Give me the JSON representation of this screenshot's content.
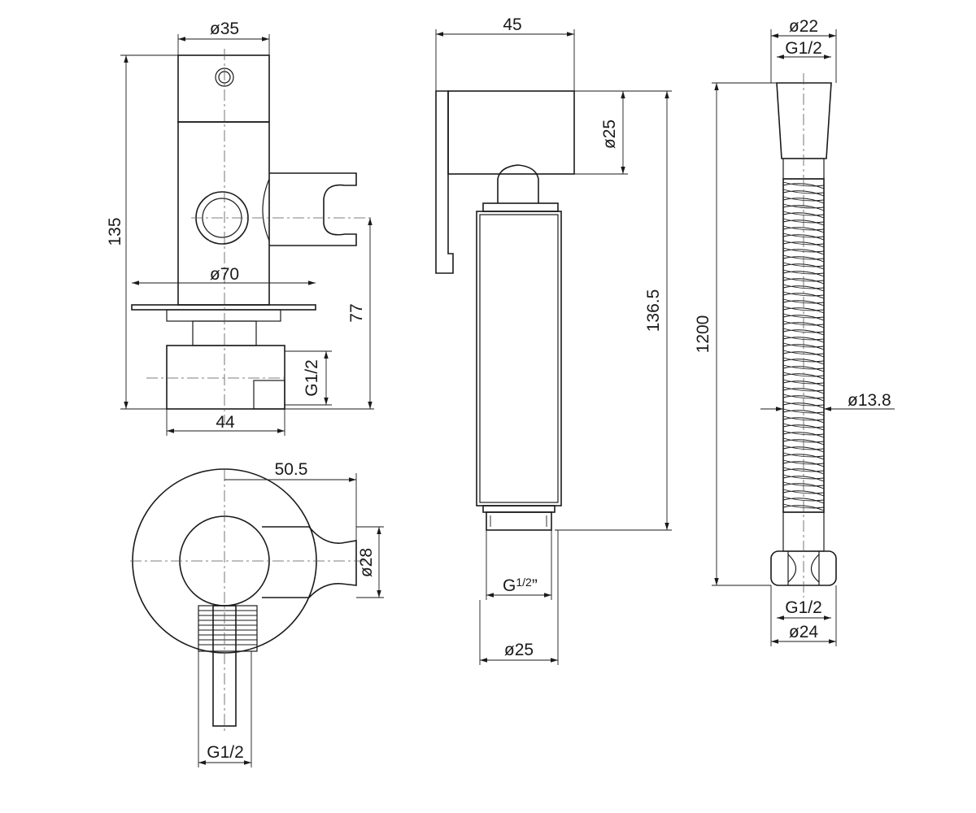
{
  "dimensions": {
    "valve_dia": "ø35",
    "valve_height": "135",
    "flange_dia": "ø70",
    "outlet_height": "77",
    "inlet_thread_side": "G1/2",
    "body_width": "44",
    "holder_reach": "50.5",
    "holder_dia": "ø28",
    "inlet_thread_top": "G1/2",
    "spray_depth": "45",
    "spray_head_dia": "ø25",
    "spray_length": "136.5",
    "spray_thread_main": "G",
    "spray_thread_frac": "1/2",
    "spray_thread_quote": "”",
    "spray_body_dia": "ø25",
    "hose_end_dia": "ø22",
    "hose_end_thread": "G1/2",
    "hose_length": "1200",
    "hose_dia": "ø13.8",
    "hose_nut_thread": "G1/2",
    "hose_nut_dia": "ø24"
  }
}
